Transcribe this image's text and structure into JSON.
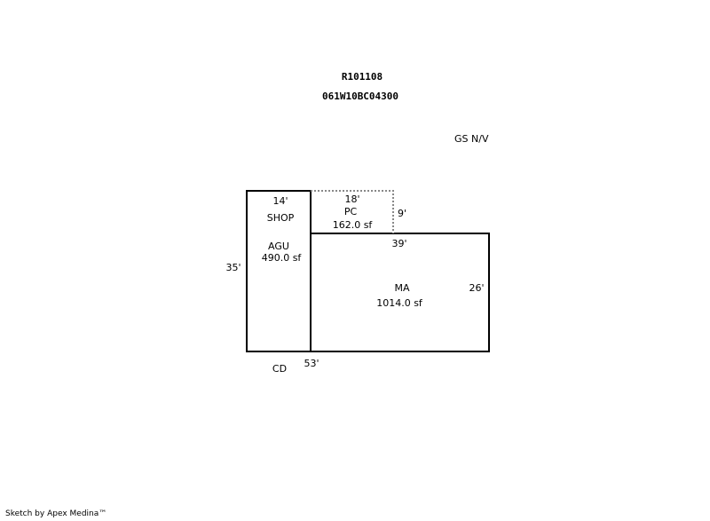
{
  "header": {
    "record_id": "R101108",
    "parcel_id": "061W10BC04300",
    "codes": "GS  N/V"
  },
  "areas": [
    {
      "code": "SHOP",
      "name": "AGU",
      "area": "490.0 sf"
    },
    {
      "code": "PC",
      "area": "162.0 sf"
    },
    {
      "code": "MA",
      "area": "1014.0 sf"
    }
  ],
  "dimensions": {
    "shop_top": "14'",
    "shop_left": "35'",
    "pc_top": "18'",
    "pc_right": "9'",
    "ma_top": "39'",
    "ma_right": "26'",
    "bottom_total": "53'"
  },
  "cd_label": "CD",
  "footer": "Sketch by Apex Medina™",
  "colors": {
    "line": "#000000",
    "dotted_line": "#888888",
    "background": "#ffffff"
  }
}
